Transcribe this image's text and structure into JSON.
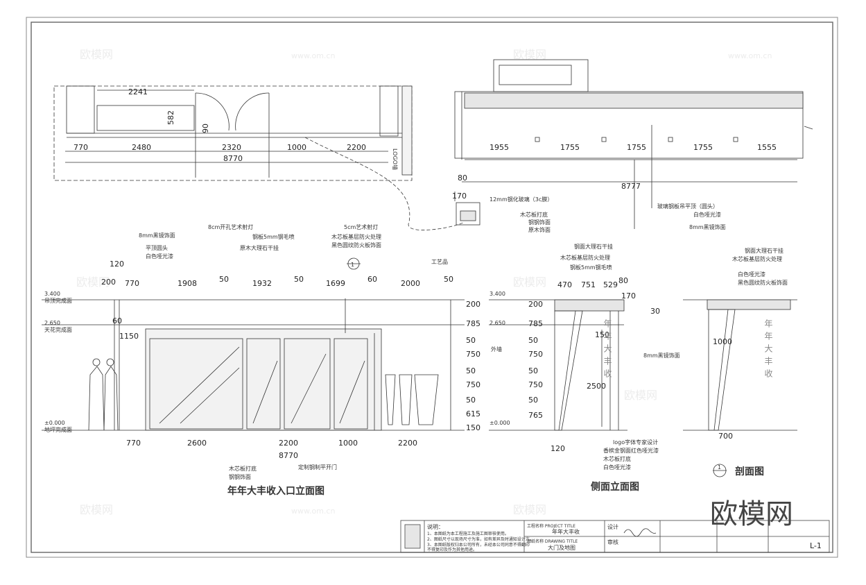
{
  "watermark": {
    "brand": "欧模网",
    "url": "www.om.cn",
    "big": "欧模网"
  },
  "plan_top": {
    "dims_top": [
      "2241",
      "582",
      "90"
    ],
    "dims_row": [
      "770",
      "2480",
      "2320",
      "1000",
      "2200"
    ],
    "total": "8770",
    "vertical_label": "LOGO墙"
  },
  "ceiling_section": {
    "dims": [
      "1955",
      "1755",
      "1755",
      "1755",
      "1555"
    ],
    "total": "8777",
    "side": [
      "80",
      "170"
    ],
    "notes": [
      "12mm钢化玻璃（3c膜）",
      "木芯板打底",
      "钢钢饰面",
      "原木饰面",
      "玻璃钢板吊平顶（圆头）",
      "白色哑光漆",
      "8mm黑镜饰面"
    ]
  },
  "front_elev": {
    "title": "年年大丰收入口立面图",
    "top_dims": [
      "200",
      "770",
      "1908",
      "50",
      "1932",
      "50",
      "1699",
      "60",
      "2000",
      "50"
    ],
    "left_dims": [
      "120",
      "60",
      "1150"
    ],
    "right_dims": [
      "200",
      "785",
      "50",
      "750",
      "50",
      "750",
      "50",
      "615",
      "150"
    ],
    "bottom_dims": [
      "770",
      "2600",
      "2200",
      "1000",
      "2200"
    ],
    "total": "8770",
    "notes_top": [
      "8mm黑镜饰面",
      "8cm开孔艺术射灯",
      "5cm艺术射灯",
      "平顶圆头",
      "白色哑光漆",
      "钢板5mm钢毛喷",
      "原木大理石干挂",
      "木芯板基层防火处理",
      "黑色圆纹防火板饰面",
      "工艺品"
    ],
    "notes_bottom": [
      "木芯板打底",
      "钢钢饰面",
      "定制钢制平开门"
    ],
    "levels": [
      "3.400",
      "吊顶完成面",
      "2.650",
      "天花完成面",
      "±0.000",
      "地坪完成面"
    ],
    "axis": "1"
  },
  "side_elev": {
    "title": "侧面立面图",
    "top_dims": [
      "470",
      "751",
      "529",
      "80",
      "170"
    ],
    "left_dims": [
      "200",
      "785",
      "50",
      "750",
      "50",
      "750",
      "50",
      "765"
    ],
    "inner": [
      "150",
      "2500",
      "30"
    ],
    "bottom": "120",
    "notes": [
      "钢面大理石干挂",
      "木芯板基层防火处理",
      "钢板5mm钢毛喷",
      "8mm黑镜饰面",
      "logo字体专家设计",
      "香槟金钢面红色哑光漆",
      "木芯板打底",
      "白色哑光漆",
      "外墙"
    ],
    "vertical_text": "年年大丰收",
    "levels": [
      "3.400",
      "2.650",
      "±0.000"
    ]
  },
  "section": {
    "title": "剖面图",
    "axis": "1",
    "dims": [
      "1000",
      "700"
    ],
    "notes": [
      "钢面大理石干挂",
      "木芯板基层防火处理",
      "白色哑光漆",
      "黑色圆纹防火板饰面"
    ],
    "vertical_text": "年年大丰收"
  },
  "titleblock": {
    "notes_title": "说明：",
    "notes": [
      "1、本图纸为本工程施工及施工图审核使用。",
      "2、图纸尺寸以现场尺寸为准，如有差异及时通知设计方。",
      "3、本图纸版权归本公司所有，未经本公司同意不得翻印",
      "不得复印及作为其他用途。"
    ],
    "project_label": "工程名称 PROJECT TITLE",
    "project": "年年大丰收",
    "drawing_label": "图纸名称 DRAWING TITLE",
    "drawing": "大门及地图",
    "design": "设计",
    "check": "审核",
    "sheet": "L-1"
  }
}
